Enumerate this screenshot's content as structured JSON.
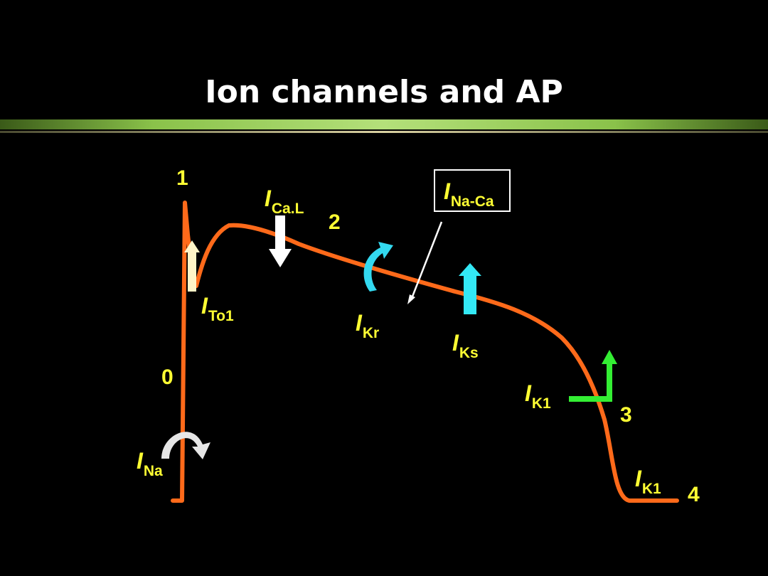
{
  "title": "Ion channels and AP",
  "phases": [
    "0",
    "1",
    "2",
    "3",
    "4"
  ],
  "currents": {
    "ca_l": {
      "symbol": "I",
      "subscript": "Ca.L"
    },
    "na_ca": {
      "symbol": "I",
      "subscript": "Na-Ca"
    },
    "to1": {
      "symbol": "I",
      "subscript": "To1"
    },
    "kr": {
      "symbol": "I",
      "subscript": "Kr"
    },
    "ks": {
      "symbol": "I",
      "subscript": "Ks"
    },
    "k1_phase3": {
      "symbol": "I",
      "subscript": "K1"
    },
    "k1_phase4": {
      "symbol": "I",
      "subscript": "K1"
    },
    "na": {
      "symbol": "I",
      "subscript": "Na"
    }
  },
  "colors": {
    "background": "#000000",
    "trace": "#ff6a1a",
    "label": "#ffff33",
    "ito1_arrow": "#fff5c8",
    "ical_arrow": "#ffffff",
    "ikr_arrow": "#33d9f0",
    "iks_arrow": "#33e8f5",
    "ik1_arrow": "#33ee33",
    "ina_arrow": "#ffffff"
  }
}
